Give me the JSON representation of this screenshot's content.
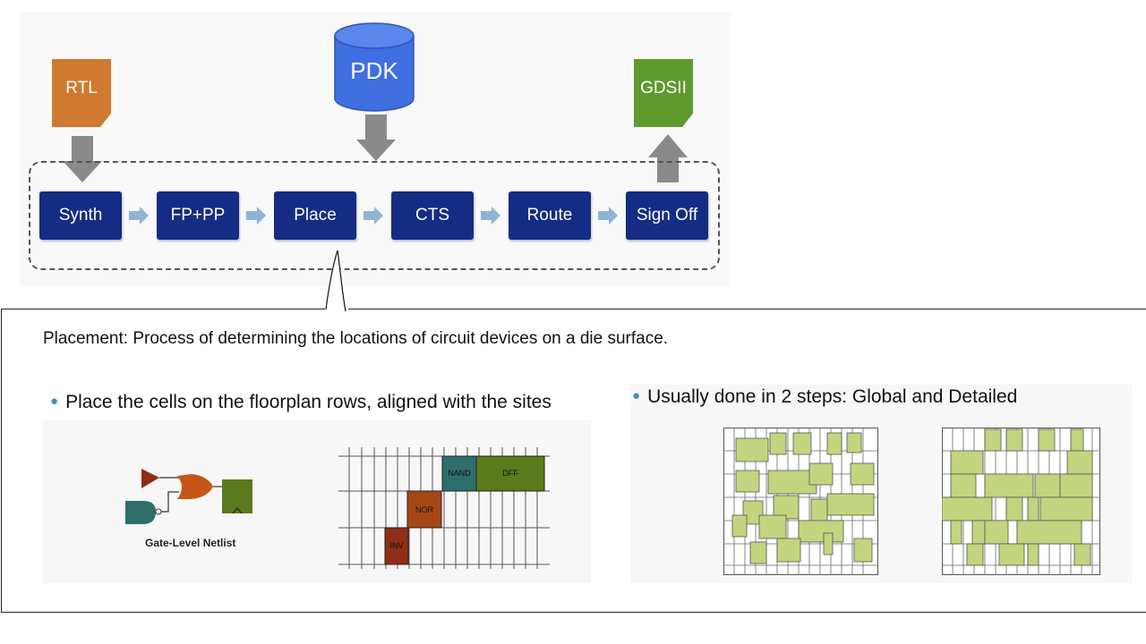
{
  "flow": {
    "inputs": {
      "rtl": "RTL",
      "pdk": "PDK",
      "gdsii": "GDSII"
    },
    "steps": [
      "Synth",
      "FP+PP",
      "Place",
      "CTS",
      "Route",
      "Sign Off"
    ]
  },
  "placement": {
    "definition": "Placement: Process of determining the locations of circuit devices on a die surface.",
    "bullet_left": "Place the cells on the floorplan rows, aligned with the sites",
    "bullet_right": "Usually done in 2 steps: Global and Detailed",
    "netlist_label": "Gate-Level Netlist",
    "cells": {
      "nand": "NAND",
      "dff": "DFF",
      "nor": "NOR",
      "inv": "INV"
    }
  },
  "colors": {
    "flow_box": "#142c84",
    "rtl": "#cf7a2e",
    "pdk": "#3f6fe0",
    "gdsii": "#5e9a2e",
    "arrow_gray": "#8a8a8a",
    "chevron": "#8fb3d4",
    "cell_green": "#c3d57e",
    "nand": "#2e6e6a",
    "dff": "#5b7a1c",
    "nor": "#a54816",
    "inv": "#8e2e16"
  }
}
